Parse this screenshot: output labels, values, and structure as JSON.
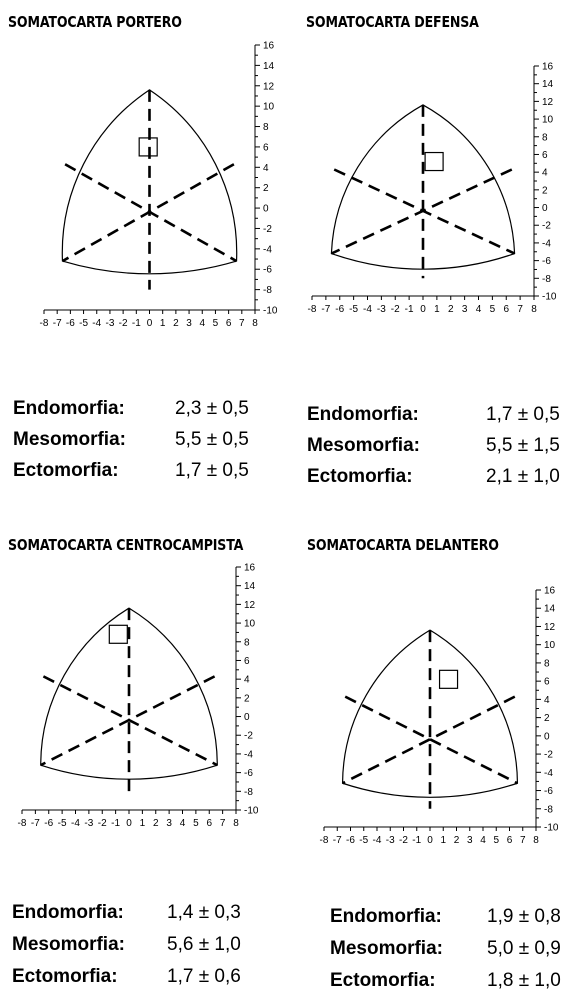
{
  "chart_data": [
    {
      "type": "scatter",
      "title": "SOMATOCARTA PORTERO",
      "xlim": [
        -8,
        8
      ],
      "ylim": [
        -10,
        16
      ],
      "xticks": [
        "-8",
        "-7",
        "-6",
        "-5",
        "-4",
        "-3",
        "-2",
        "-1",
        "0",
        "1",
        "2",
        "3",
        "4",
        "5",
        "6",
        "7",
        "8"
      ],
      "yticks": [
        "16",
        "14",
        "12",
        "10",
        "8",
        "6",
        "4",
        "2",
        "0",
        "-2",
        "-4",
        "-6",
        "-8",
        "-10"
      ],
      "point": {
        "x": -0.1,
        "y": 6
      },
      "stats": [
        {
          "label": "Endomorfia:",
          "value": "2,3 ± 0,5"
        },
        {
          "label": "Mesomorfia:",
          "value": "5,5 ± 0,5"
        },
        {
          "label": "Ectomorfia:",
          "value": "1,7 ± 0,5"
        }
      ]
    },
    {
      "type": "scatter",
      "title": "SOMATOCARTA DEFENSA",
      "xlim": [
        -8,
        8
      ],
      "ylim": [
        -10,
        16
      ],
      "xticks": [
        "-8",
        "-7",
        "-6",
        "-5",
        "-4",
        "-3",
        "-2",
        "-1",
        "0",
        "1",
        "2",
        "3",
        "4",
        "5",
        "6",
        "7",
        "8"
      ],
      "yticks": [
        "16",
        "14",
        "12",
        "10",
        "8",
        "6",
        "4",
        "2",
        "0",
        "-2",
        "-4",
        "-6",
        "-8",
        "-10"
      ],
      "point": {
        "x": 0.8,
        "y": 5.2
      },
      "stats": [
        {
          "label": "Endomorfia:",
          "value": "1,7 ± 0,5"
        },
        {
          "label": "Mesomorfia:",
          "value": "5,5 ± 1,5"
        },
        {
          "label": "Ectomorfia:",
          "value": "2,1 ± 1,0"
        }
      ]
    },
    {
      "type": "scatter",
      "title": "SOMATOCARTA CENTROCAMPISTA",
      "xlim": [
        -8,
        8
      ],
      "ylim": [
        -10,
        16
      ],
      "xticks": [
        "-8",
        "-7",
        "-6",
        "-5",
        "-4",
        "-3",
        "-2",
        "-1",
        "0",
        "1",
        "2",
        "3",
        "4",
        "5",
        "6",
        "7",
        "8"
      ],
      "yticks": [
        "16",
        "14",
        "12",
        "10",
        "8",
        "6",
        "4",
        "2",
        "0",
        "-2",
        "-4",
        "-6",
        "-8",
        "-10"
      ],
      "point": {
        "x": -0.8,
        "y": 8.8
      },
      "stats": [
        {
          "label": "Endomorfia:",
          "value": "1,4 ± 0,3"
        },
        {
          "label": "Mesomorfia:",
          "value": "5,6 ± 1,0"
        },
        {
          "label": "Ectomorfia:",
          "value": "1,7 ± 0,6"
        }
      ]
    },
    {
      "type": "scatter",
      "title": "SOMATOCARTA DELANTERO",
      "xlim": [
        -8,
        8
      ],
      "ylim": [
        -10,
        16
      ],
      "xticks": [
        "-8",
        "-7",
        "-6",
        "-5",
        "-4",
        "-3",
        "-2",
        "-1",
        "0",
        "1",
        "2",
        "3",
        "4",
        "5",
        "6",
        "7",
        "8"
      ],
      "yticks": [
        "16",
        "14",
        "12",
        "10",
        "8",
        "6",
        "4",
        "2",
        "0",
        "-2",
        "-4",
        "-6",
        "-8",
        "-10"
      ],
      "point": {
        "x": 1.4,
        "y": 6.2
      },
      "stats": [
        {
          "label": "Endomorfia:",
          "value": "1,9 ± 0,8"
        },
        {
          "label": "Mesomorfia:",
          "value": "5,0 ± 0,9"
        },
        {
          "label": "Ectomorfia:",
          "value": "1,8 ± 1,0"
        }
      ]
    }
  ]
}
